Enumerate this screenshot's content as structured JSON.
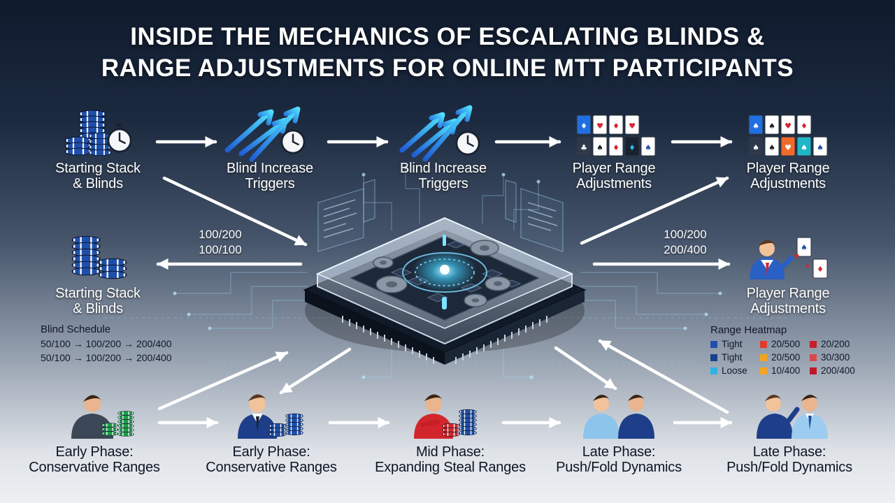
{
  "title": {
    "line1": "INSIDE THE MECHANICS OF ESCALATING BLINDS &",
    "line2": "RANGE ADJUSTMENTS FOR ONLINE MTT PARTICIPANTS"
  },
  "top_row": [
    {
      "line1": "Starting Stack",
      "line2": "& Blinds"
    },
    {
      "line1": "Blind Increase",
      "line2": "Triggers"
    },
    {
      "line1": "Blind Increase",
      "line2": "Triggers"
    },
    {
      "line1": "Player Range",
      "line2": "Adjustments"
    },
    {
      "line1": "Player Range",
      "line2": "Adjustments"
    }
  ],
  "middle_left": {
    "line1": "Starting Stack",
    "line2": "& Blinds",
    "level_a": "100/200",
    "level_b": "100/100"
  },
  "middle_right": {
    "line1": "Player Range",
    "line2": "Adjustments",
    "level_a": "100/200",
    "level_b": "200/400"
  },
  "blind_schedule": {
    "heading": "Blind Schedule",
    "line1": "50/100 → 100/200 → 200/400",
    "line2": "50/100 → 100/200 → 200/400"
  },
  "range_heatmap": {
    "heading": "Range Heatmap",
    "rows": [
      [
        {
          "label": "Tight",
          "color": "#1f4fa8"
        },
        {
          "label": "20/500",
          "color": "#e23a2e"
        },
        {
          "label": "20/200",
          "color": "#c8202a"
        }
      ],
      [
        {
          "label": "Tight",
          "color": "#1a3f8c"
        },
        {
          "label": "20/500",
          "color": "#f2a31e"
        },
        {
          "label": "30/300",
          "color": "#d94a4f"
        }
      ],
      [
        {
          "label": "Loose",
          "color": "#2cb4e8"
        },
        {
          "label": "10/400",
          "color": "#f4a623"
        },
        {
          "label": "200/400",
          "color": "#c0182a"
        }
      ]
    ]
  },
  "bottom_row": [
    {
      "line1": "Early Phase:",
      "line2": "Conservative Ranges"
    },
    {
      "line1": "Early Phase:",
      "line2": "Conservative Ranges"
    },
    {
      "line1": "Mid Phase:",
      "line2": "Expanding Steal Ranges"
    },
    {
      "line1": "Late Phase:",
      "line2": "Push/Fold Dynamics"
    },
    {
      "line1": "Late Phase:",
      "line2": "Push/Fold Dynamics"
    }
  ],
  "icons": {
    "chip_stack": "chip-stack-icon",
    "stopwatch": "stopwatch-icon",
    "rising_arrows": "rising-arrows-icon",
    "clock": "clock-icon",
    "playing_cards": "playing-cards-icon",
    "processor_hub": "processor-hub-icon",
    "player": "player-icon"
  },
  "colors": {
    "chip_blue": "#1f4fa8",
    "chip_green": "#1f9a48",
    "chip_red": "#d3262c",
    "accent_cyan": "#3fd2ff",
    "arrow_white": "#ffffff"
  }
}
